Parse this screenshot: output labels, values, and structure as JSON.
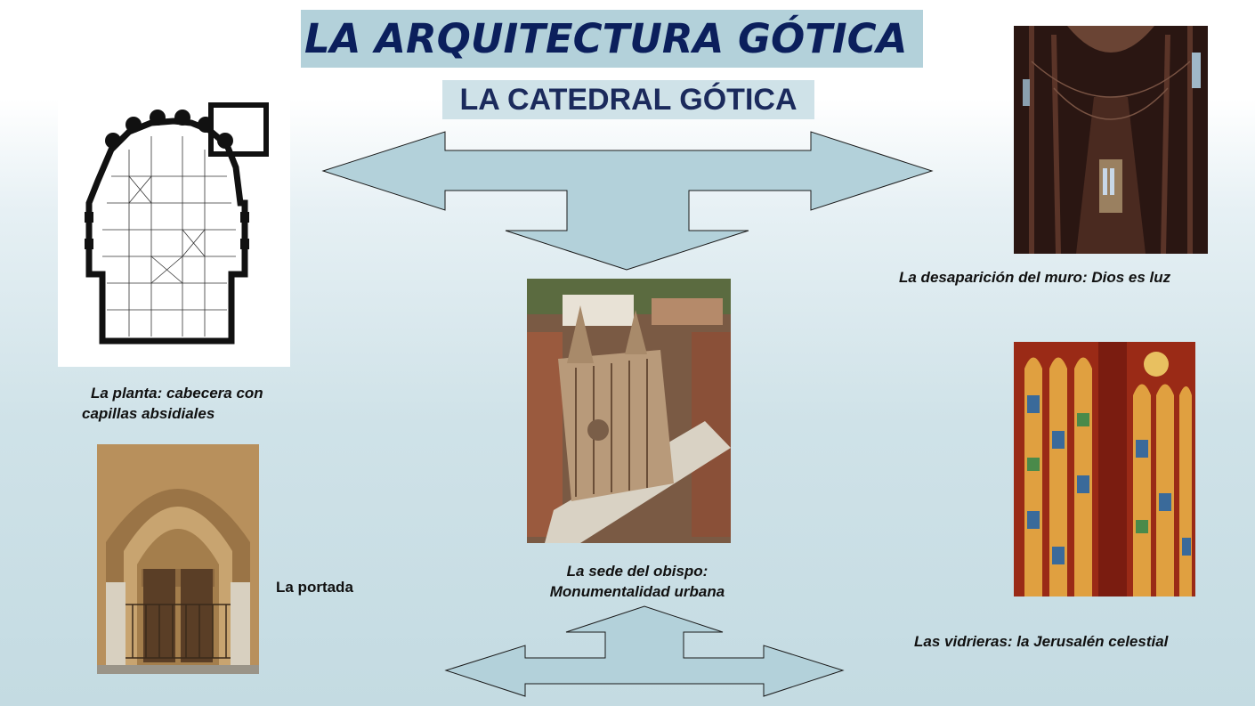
{
  "slide": {
    "title": "LA ARQUITECTURA GÓTICA",
    "subtitle": "LA CATEDRAL GÓTICA"
  },
  "captions": {
    "plan_line1": "La planta: cabecera con",
    "plan_line2": "capillas absidiales",
    "portal": "La portada",
    "center_line1": "La sede del obispo:",
    "center_line2": "Monumentalidad urbana",
    "interior": "La desaparición del  muro: Dios es luz",
    "windows": "Las vidrieras: la  Jerusalén celestial"
  },
  "colors": {
    "title_band": "#b3d1da",
    "title_text": "#0b1f5c",
    "arrow_fill": "#b3d1da",
    "arrow_stroke": "#1a1a1a"
  }
}
